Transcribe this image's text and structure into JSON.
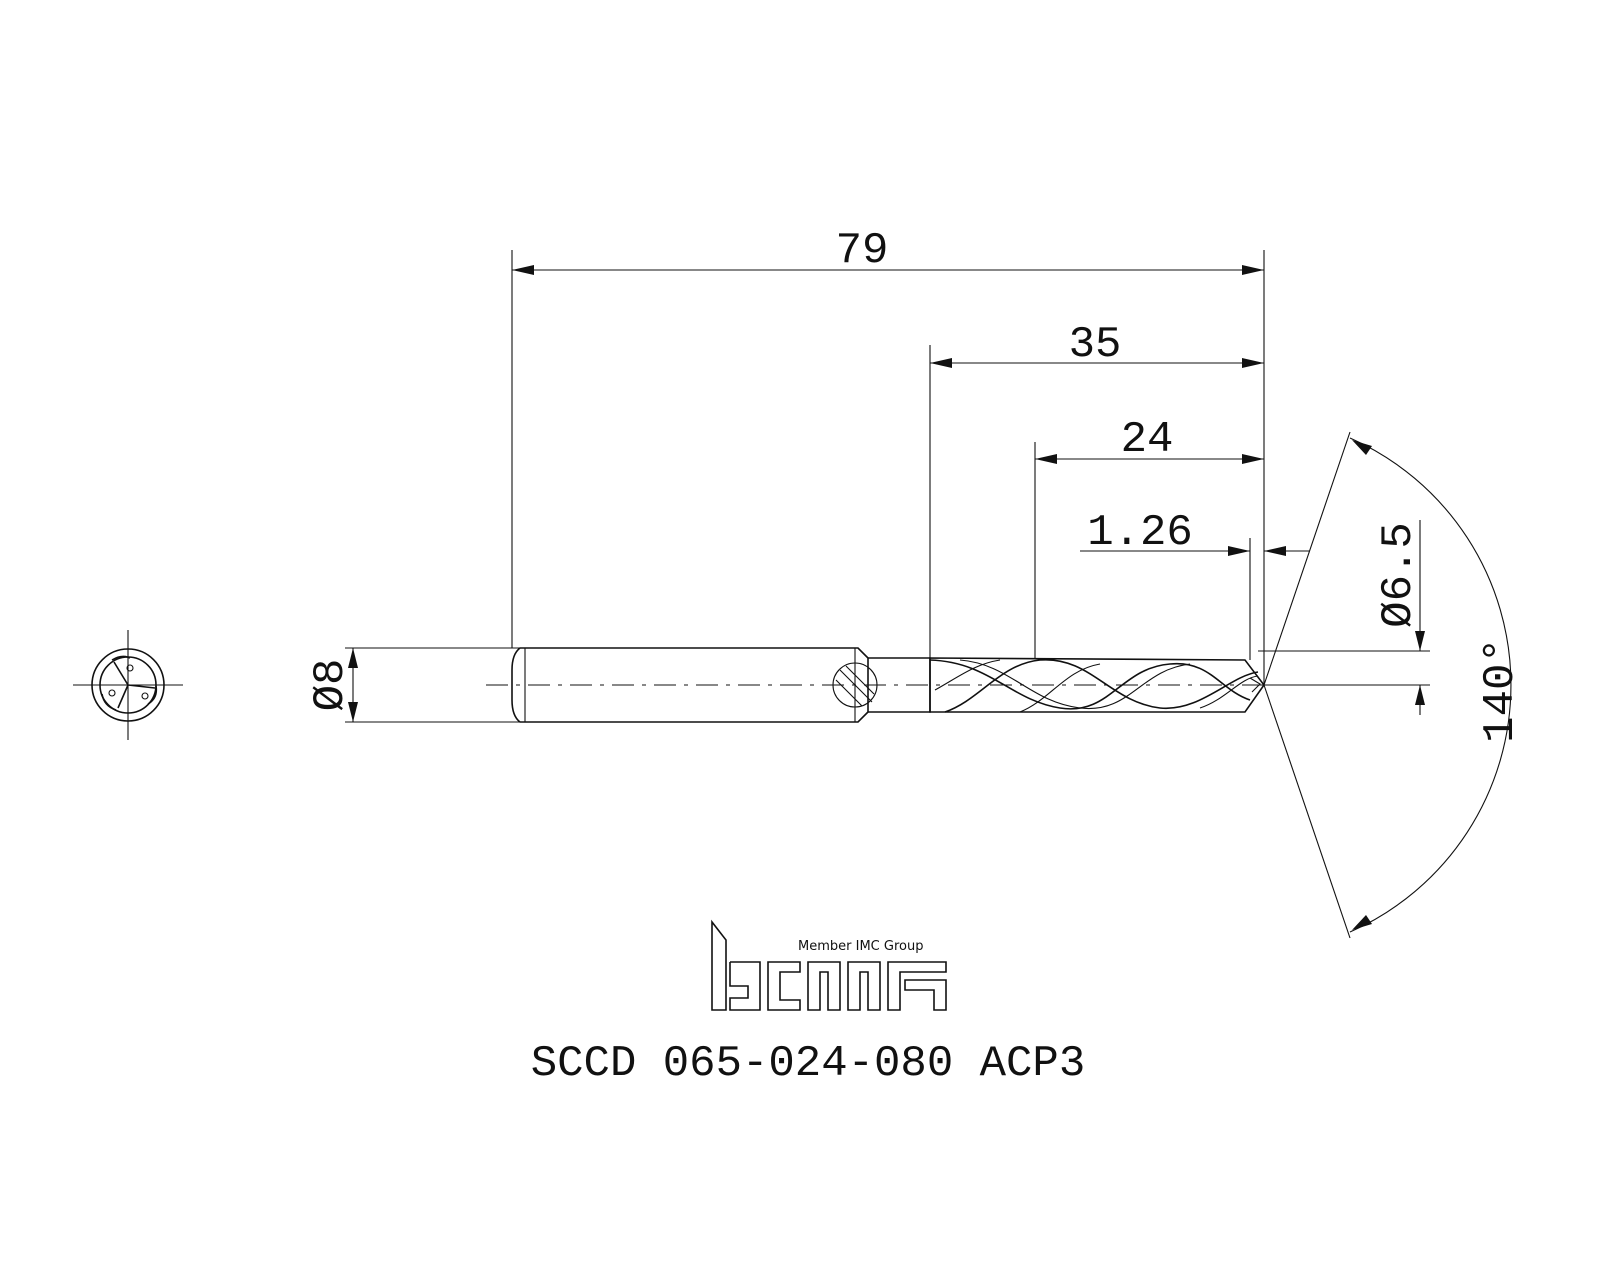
{
  "dimensions": {
    "overall_length": "79",
    "shank_to_tip": "35",
    "flute_length": "24",
    "point_length": "1.26",
    "shank_diameter": "Ø8",
    "cutting_diameter": "Ø6.5",
    "point_angle": "140°"
  },
  "logo": {
    "brand": "iscar",
    "tagline": "Member IMC Group"
  },
  "part_number": "SCCD 065-024-080 ACP3",
  "colors": {
    "line": "#111111",
    "background": "#ffffff"
  }
}
